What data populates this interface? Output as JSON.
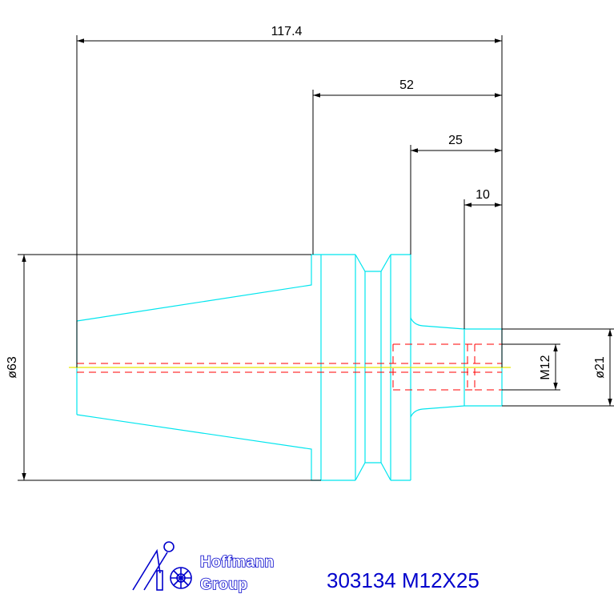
{
  "dimensions": {
    "overall_length": "117.4",
    "length_52": "52",
    "length_25": "25",
    "length_10": "10",
    "dia_63": "ø63",
    "thread": "M12",
    "dia_21": "ø21"
  },
  "logo": {
    "line1": "Hoffmann",
    "line2": "Group"
  },
  "part_number": "303134 M12X25",
  "colors": {
    "outline": "#00e5ee",
    "dimension": "#000000",
    "hidden": "#ff0000",
    "centerline": "#e6e600",
    "brand": "#0000cc"
  }
}
